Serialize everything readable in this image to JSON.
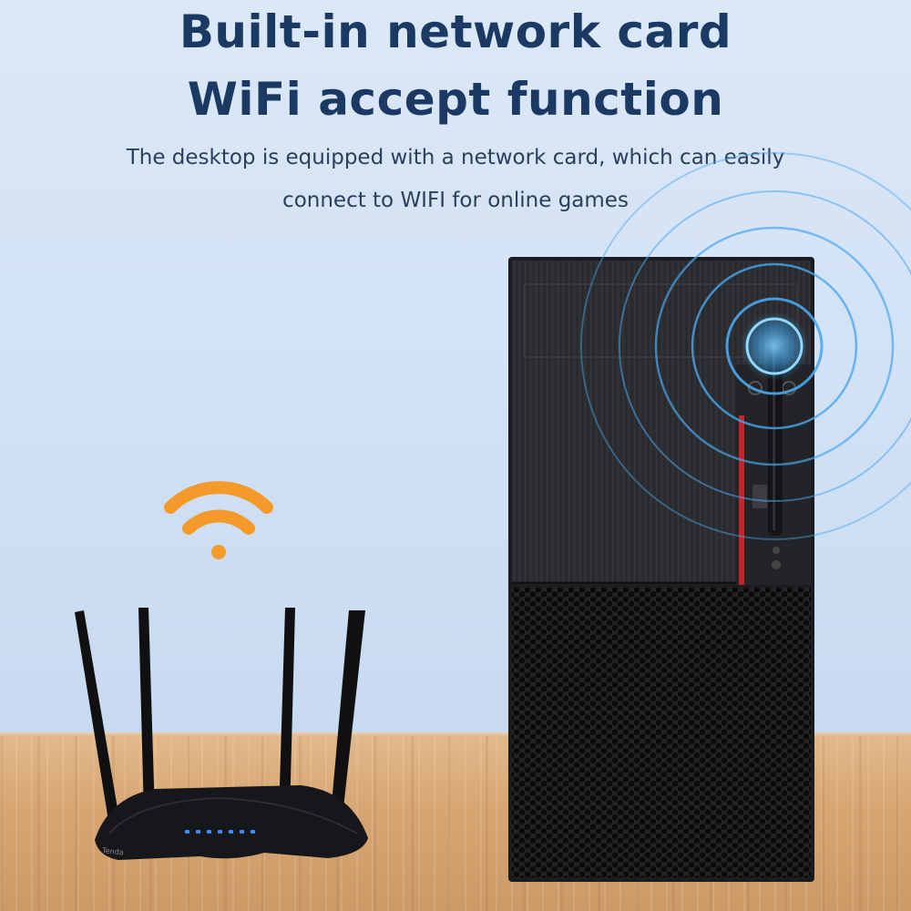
{
  "headline": {
    "line1": "Built-in network card",
    "line2": "WiFi accept function"
  },
  "description": {
    "line1": "The desktop is equipped with a network card, which can easily",
    "line2": "connect to WIFI for online games"
  },
  "router": {
    "brand": "Tenda",
    "wifi_icon_color": "#f39a2b",
    "status_led_color": "#3d8bff"
  },
  "pc_tower": {
    "signal_color": "#4aa6f0",
    "accent_color": "#c8232a"
  }
}
